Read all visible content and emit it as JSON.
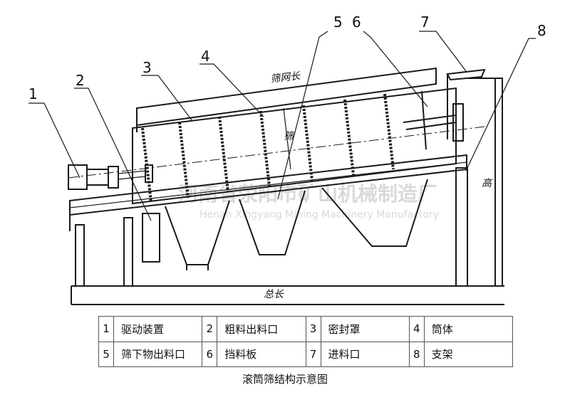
{
  "callouts": [
    "1",
    "2",
    "3",
    "4",
    "5",
    "6",
    "7",
    "8"
  ],
  "dimensions": {
    "screen_length": "筛网长",
    "total_length": "总长",
    "height": "高",
    "hopper_mark": "筛"
  },
  "watermark": {
    "cn": "河南省荥阳市矿山机械制造厂",
    "en": "Henan Xingyang Mining Machinery Manufactory"
  },
  "legend": [
    [
      {
        "num": "1",
        "label": "驱动装置"
      },
      {
        "num": "2",
        "label": "粗料出料口"
      },
      {
        "num": "3",
        "label": "密封罩"
      },
      {
        "num": "4",
        "label": "筒体"
      }
    ],
    [
      {
        "num": "5",
        "label": "筛下物出料口"
      },
      {
        "num": "6",
        "label": "挡料板"
      },
      {
        "num": "7",
        "label": "进料口"
      },
      {
        "num": "8",
        "label": "支架"
      }
    ]
  ],
  "caption": "滚筒筛结构示意图"
}
